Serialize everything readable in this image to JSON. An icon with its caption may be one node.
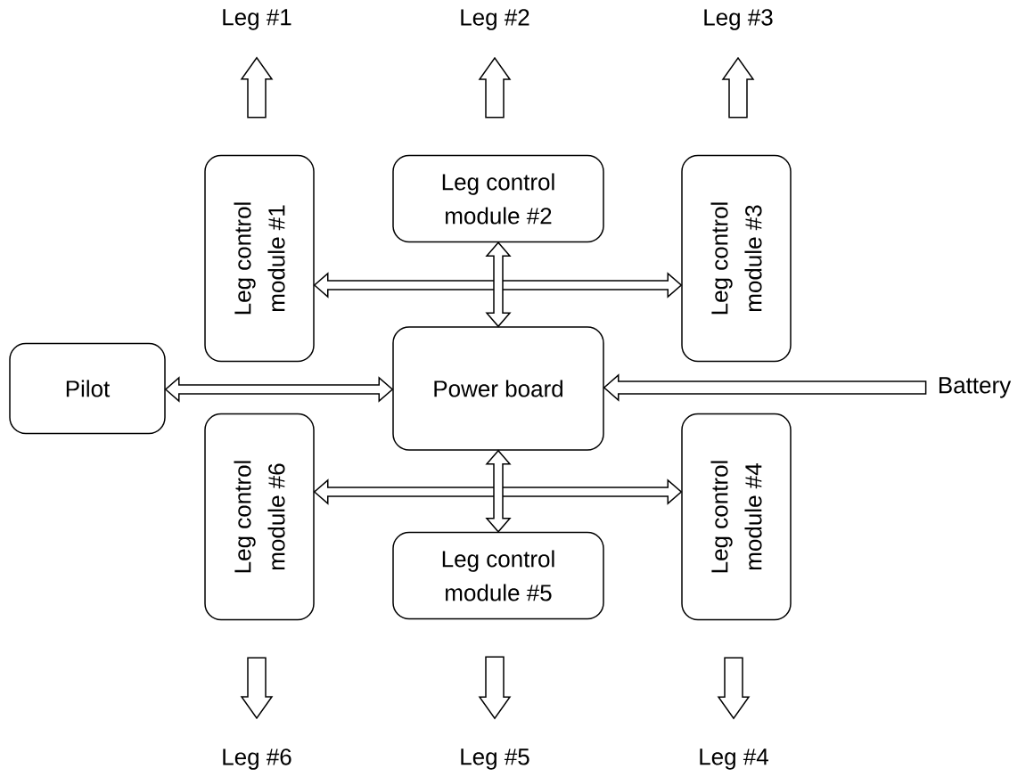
{
  "diagram": {
    "nodes": [
      {
        "text": [
          "Leg #1"
        ]
      },
      {
        "text": [
          "Leg #2"
        ]
      },
      {
        "text": [
          "Leg #3"
        ]
      },
      {
        "text": [
          "Leg control module #1"
        ]
      },
      {
        "text": [
          "Leg control module #2"
        ]
      },
      {
        "text": [
          "Leg control module #3"
        ]
      },
      {
        "text": [
          "Pilot"
        ]
      },
      {
        "text": [
          "Power board"
        ]
      },
      {
        "text": [
          "Battery"
        ]
      },
      {
        "text": [
          "Leg control module #6"
        ]
      },
      {
        "text": [
          "Leg control module #5"
        ]
      },
      {
        "text": [
          "Leg control module #4"
        ]
      },
      {
        "text": [
          "Leg #6"
        ]
      },
      {
        "text": [
          "Leg #5"
        ]
      },
      {
        "text": [
          "Leg #4"
        ]
      }
    ],
    "edges": [
      {
        "from": 3,
        "to": 0,
        "arrow": "to"
      },
      {
        "from": 4,
        "to": 1,
        "arrow": "to"
      },
      {
        "from": 5,
        "to": 2,
        "arrow": "to"
      },
      {
        "from": 3,
        "to": 5,
        "arrow": "both"
      },
      {
        "from": 4,
        "to": 7,
        "arrow": "both"
      },
      {
        "from": 6,
        "to": 7,
        "arrow": "both"
      },
      {
        "from": 8,
        "to": 7,
        "arrow": "to"
      },
      {
        "from": 9,
        "to": 11,
        "arrow": "both"
      },
      {
        "from": 7,
        "to": 10,
        "arrow": "both"
      },
      {
        "from": 9,
        "to": 12,
        "arrow": "to"
      },
      {
        "from": 10,
        "to": 13,
        "arrow": "to"
      },
      {
        "from": 11,
        "to": 14,
        "arrow": "to"
      }
    ]
  }
}
